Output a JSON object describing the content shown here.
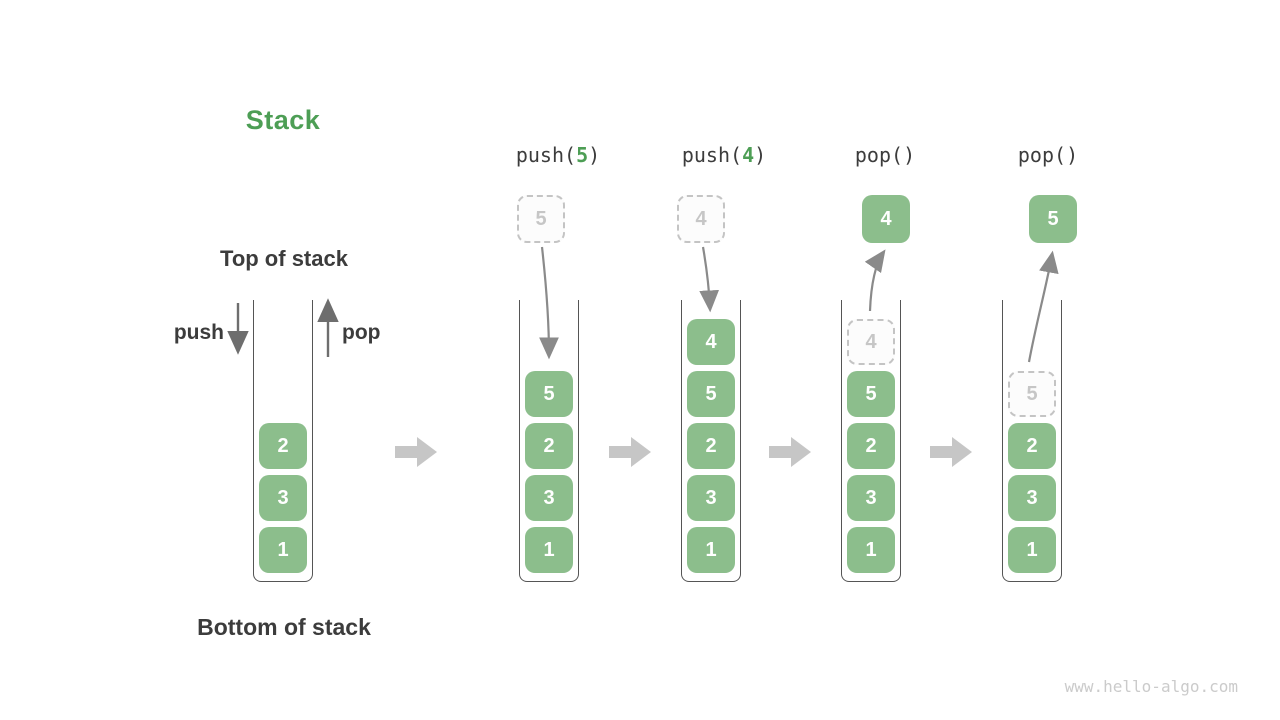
{
  "title": "Stack",
  "annotations": {
    "top_of_stack": "Top of stack",
    "bottom_of_stack": "Bottom of stack",
    "push_label": "push",
    "pop_label": "pop"
  },
  "watermark": "www.hello-algo.com",
  "colors": {
    "accent_green": "#4d9e55",
    "cell_green": "#8cbe8c",
    "cell_text": "#ffffff",
    "dashed_border": "#c4c4c4",
    "dashed_text": "#c6c6c6",
    "flow_arrow_gray": "#8a8a8a",
    "transition_arrow_gray": "#c6c6c6",
    "text_dark": "#3c3c3c"
  },
  "stages": [
    {
      "name": "initial",
      "stack": [
        {
          "value": "1",
          "variant": "green"
        },
        {
          "value": "3",
          "variant": "green"
        },
        {
          "value": "2",
          "variant": "green"
        }
      ]
    },
    {
      "name": "push-5",
      "op": {
        "pre": "push(",
        "arg": "5",
        "post": ")"
      },
      "floating": {
        "value": "5",
        "variant": "dashed"
      },
      "arrow": "down-into-stack",
      "stack": [
        {
          "value": "1",
          "variant": "green"
        },
        {
          "value": "3",
          "variant": "green"
        },
        {
          "value": "2",
          "variant": "green"
        },
        {
          "value": "5",
          "variant": "green"
        }
      ]
    },
    {
      "name": "push-4",
      "op": {
        "pre": "push(",
        "arg": "4",
        "post": ")"
      },
      "floating": {
        "value": "4",
        "variant": "dashed"
      },
      "arrow": "down-into-stack",
      "stack": [
        {
          "value": "1",
          "variant": "green"
        },
        {
          "value": "3",
          "variant": "green"
        },
        {
          "value": "2",
          "variant": "green"
        },
        {
          "value": "5",
          "variant": "green"
        },
        {
          "value": "4",
          "variant": "green"
        }
      ]
    },
    {
      "name": "pop-returns-4",
      "op": {
        "pre": "pop(",
        "arg": "",
        "post": ")"
      },
      "floating": {
        "value": "4",
        "variant": "green"
      },
      "arrow": "up-out-of-stack",
      "stack": [
        {
          "value": "1",
          "variant": "green"
        },
        {
          "value": "3",
          "variant": "green"
        },
        {
          "value": "2",
          "variant": "green"
        },
        {
          "value": "5",
          "variant": "green"
        },
        {
          "value": "4",
          "variant": "dashed"
        }
      ]
    },
    {
      "name": "pop-returns-5",
      "op": {
        "pre": "pop(",
        "arg": "",
        "post": ")"
      },
      "floating": {
        "value": "5",
        "variant": "green"
      },
      "arrow": "up-out-of-stack",
      "stack": [
        {
          "value": "1",
          "variant": "green"
        },
        {
          "value": "3",
          "variant": "green"
        },
        {
          "value": "2",
          "variant": "green"
        },
        {
          "value": "5",
          "variant": "dashed"
        }
      ]
    }
  ]
}
